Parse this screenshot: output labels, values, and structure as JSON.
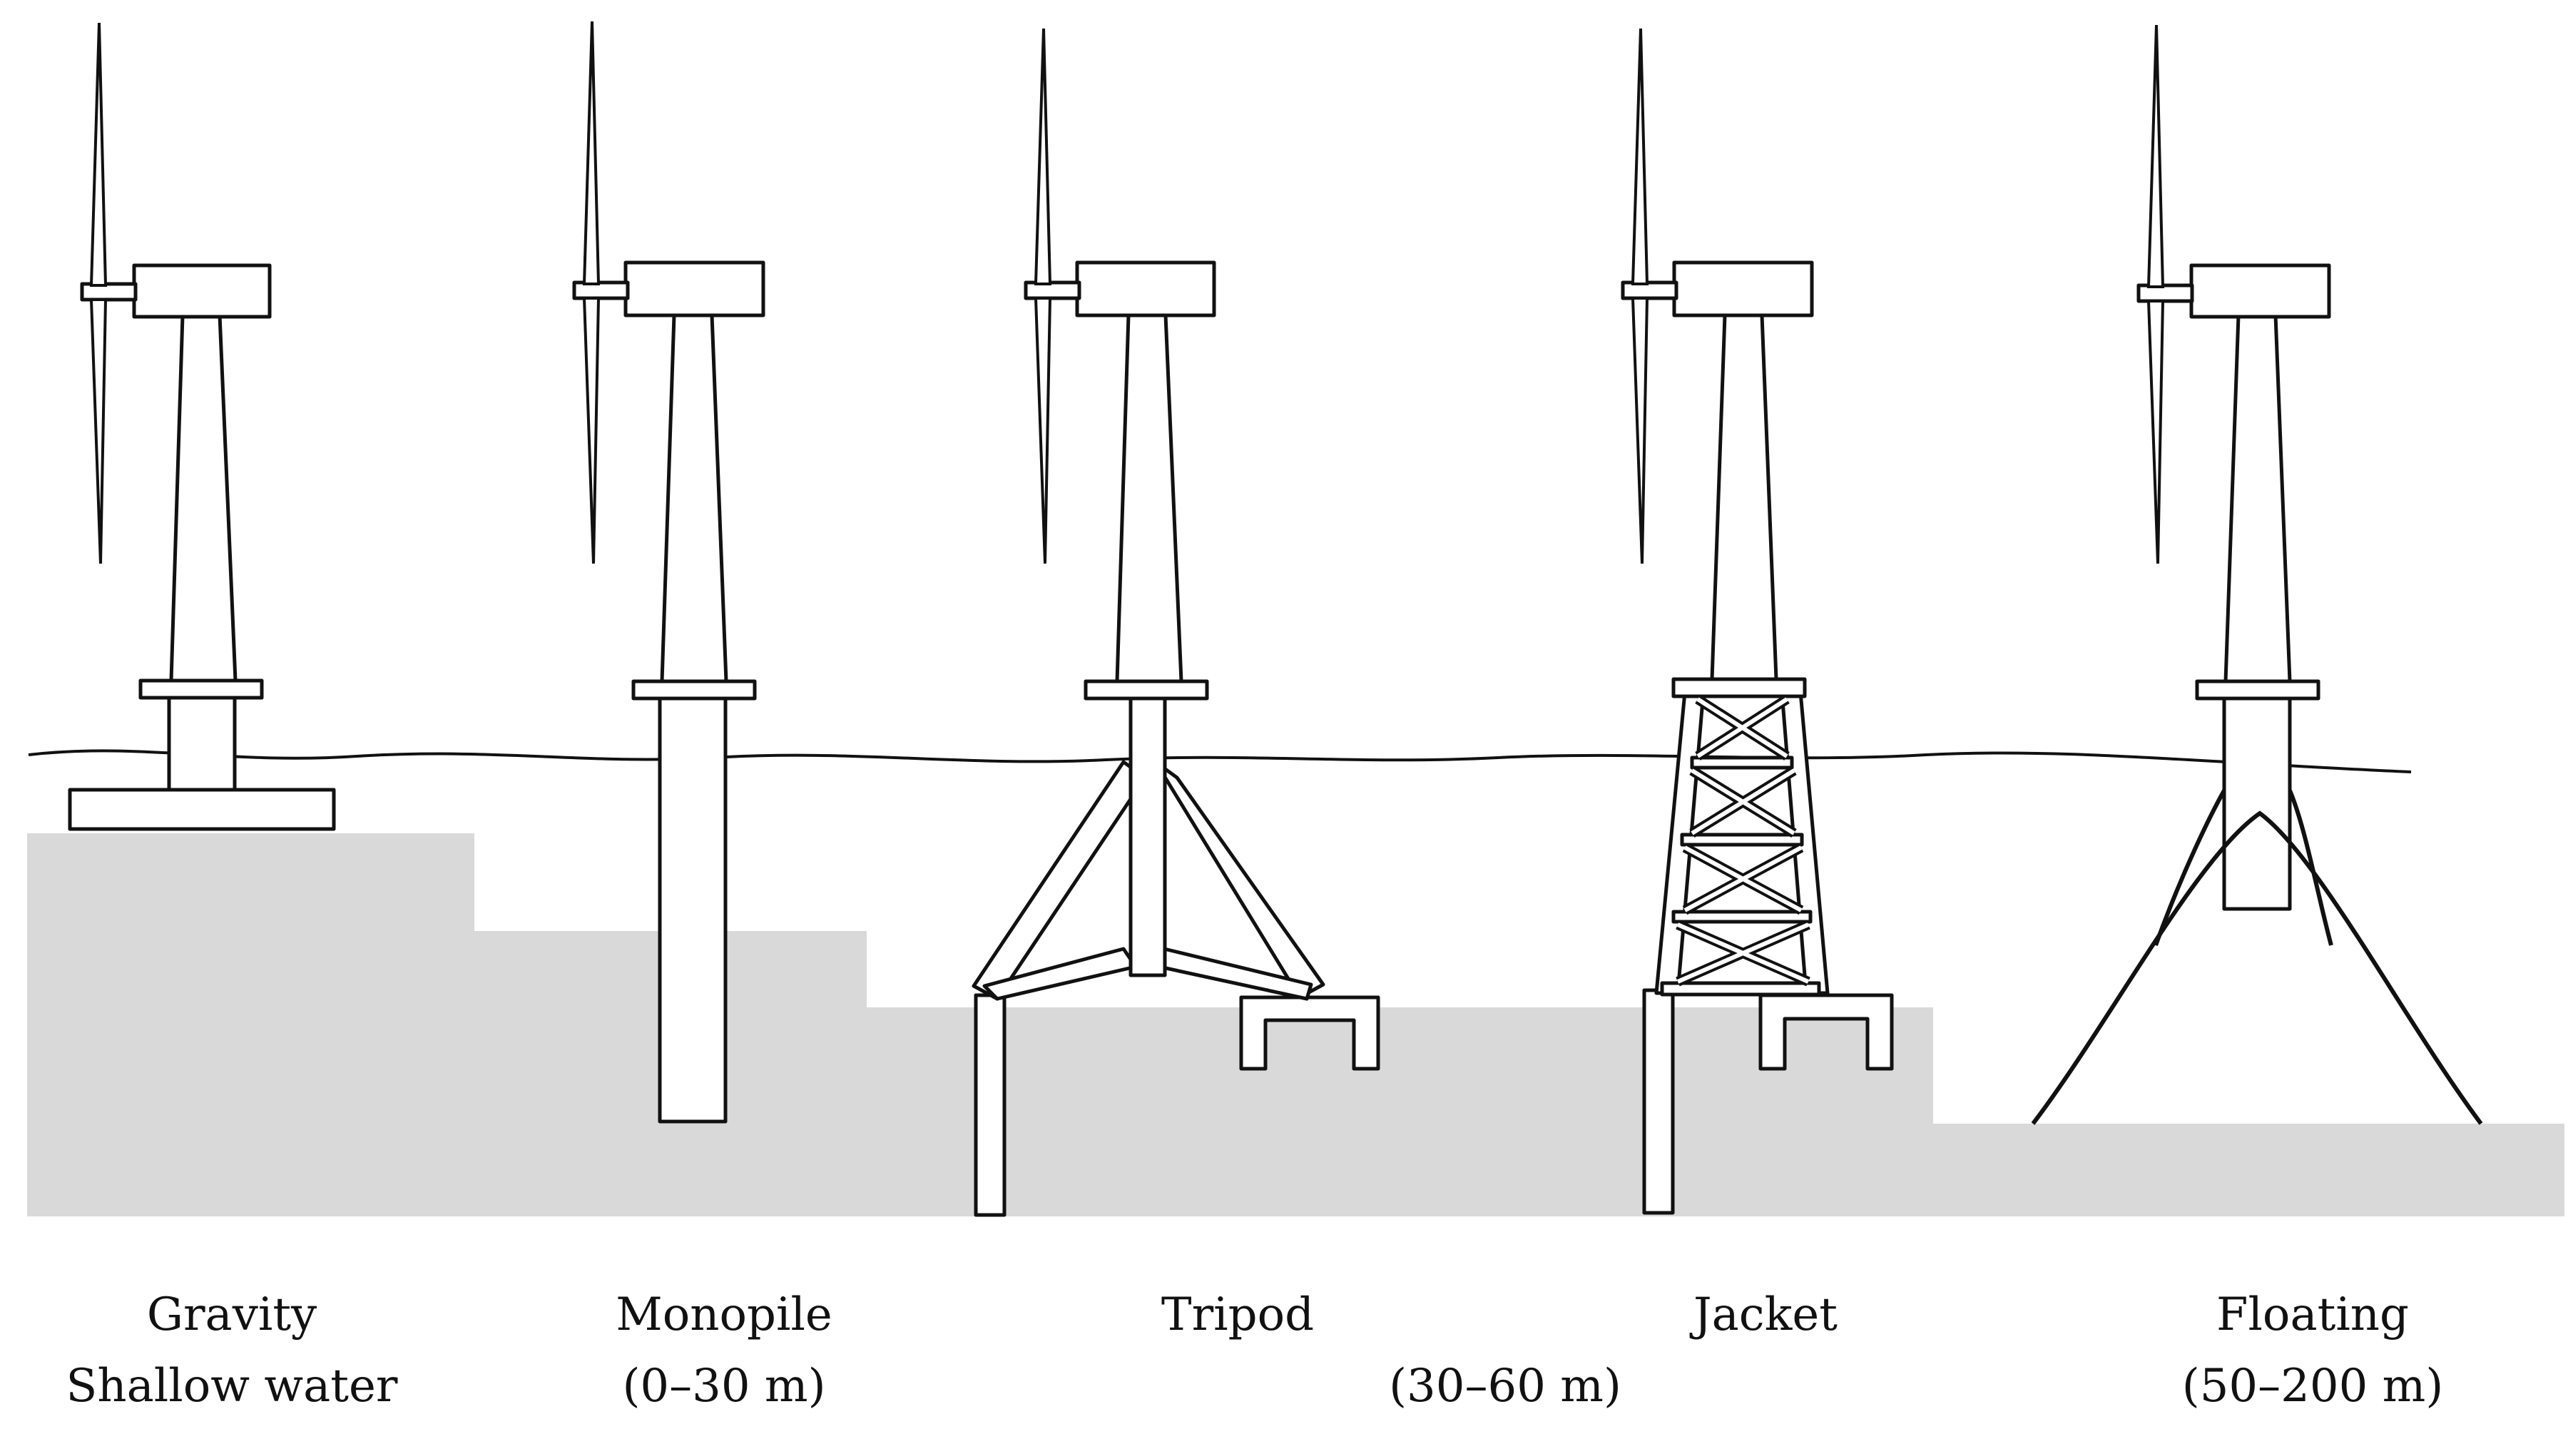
{
  "labels": {
    "gravity": "Gravity",
    "shallow": "Shallow water",
    "monopile": "Monopile",
    "monopile_depth": "(0–30 m)",
    "tripod": "Tripod",
    "tripod_jacket_depth": "(30–60 m)",
    "jacket": "Jacket",
    "floating": "Floating",
    "floating_depth": "(50–200 m)"
  },
  "colors": {
    "seabed": "#d9d9d9",
    "line": "#111111",
    "background": "#ffffff"
  }
}
